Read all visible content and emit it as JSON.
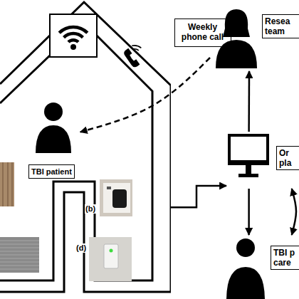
{
  "diagram": {
    "nodes": [
      {
        "text": [
          "TBI patient"
        ]
      },
      {
        "text": [
          "Weekly phone call"
        ]
      },
      {
        "text": [
          "Resea team"
        ]
      },
      {
        "text": [
          "Or pla"
        ]
      },
      {
        "text": [
          "TBI p care"
        ]
      }
    ],
    "edges": [
      {
        "from": 2,
        "to": 0,
        "arrow": "to"
      },
      {
        "from": 0,
        "to": 3,
        "arrow": "to"
      },
      {
        "from": 3,
        "to": 2,
        "arrow": "to"
      },
      {
        "from": 3,
        "to": 4,
        "arrow": "to"
      },
      {
        "from": 4,
        "to": 3,
        "arrow": "both"
      }
    ],
    "labels": [
      "(b)",
      "(d)"
    ]
  }
}
